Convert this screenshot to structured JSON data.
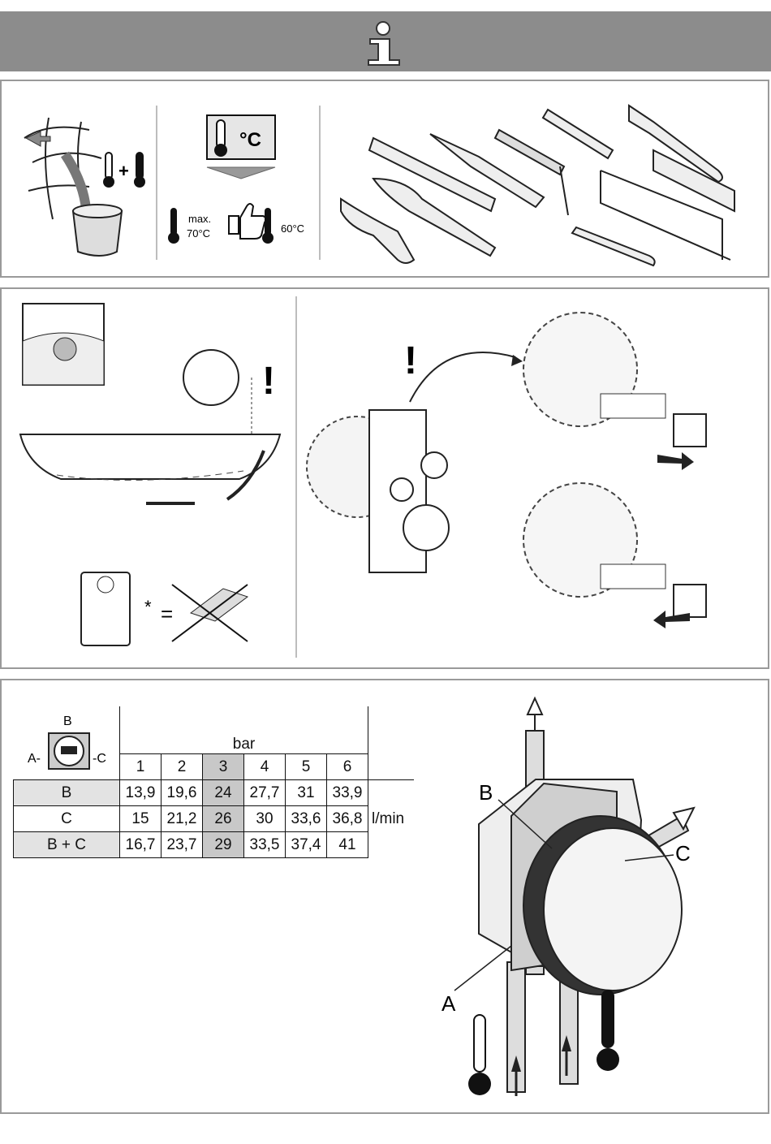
{
  "header": {
    "icon": "info-icon"
  },
  "panel1": {
    "label_max": "max.",
    "label_max_temp": "70°C",
    "label_degC": "°C",
    "label_60": "60°C",
    "plus": "+"
  },
  "panel2": {
    "excl": "!",
    "asterisk": "*",
    "equals": "="
  },
  "table": {
    "bar_label": "bar",
    "unit": "l/min",
    "diagram_labels": {
      "b": "B",
      "a": "A-",
      "c": "-C"
    },
    "columns": [
      "1",
      "2",
      "3",
      "4",
      "5",
      "6"
    ],
    "rows": [
      {
        "label": "B",
        "values": [
          "13,9",
          "19,6",
          "24",
          "27,7",
          "31",
          "33,9"
        ]
      },
      {
        "label": "C",
        "values": [
          "15",
          "21,2",
          "26",
          "30",
          "33,6",
          "36,8"
        ]
      },
      {
        "label": "B + C",
        "values": [
          "16,7",
          "23,7",
          "29",
          "33,5",
          "37,4",
          "41"
        ]
      }
    ]
  },
  "illustration": {
    "label_b": "B",
    "label_c": "C",
    "label_a": "A"
  }
}
